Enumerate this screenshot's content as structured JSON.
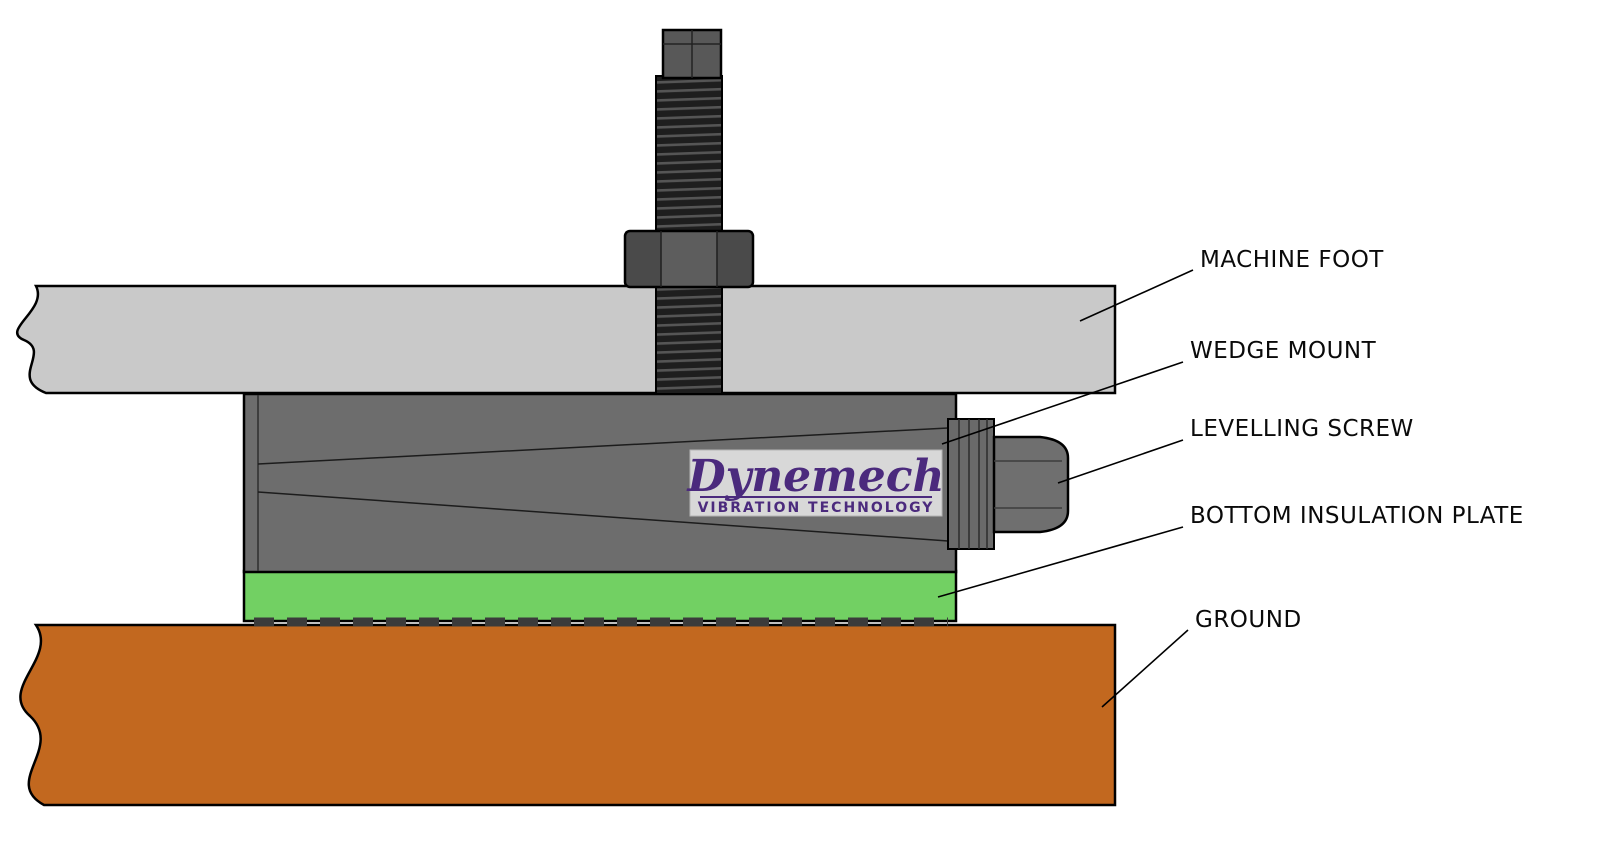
{
  "diagram": {
    "labels": {
      "machine_foot": "MACHINE FOOT",
      "wedge_mount": "WEDGE MOUNT",
      "levelling_screw": "LEVELLING SCREW",
      "bottom_insulation_plate": "BOTTOM INSULATION PLATE",
      "ground": "GROUND"
    },
    "logo": {
      "name": "Dynemech",
      "tagline": "VIBRATION TECHNOLOGY"
    },
    "colors": {
      "machine_foot": "#c9c9c9",
      "wedge_mount": "#6d6d6d",
      "insulation_plate": "#72d063",
      "ground": "#c2681f",
      "logo_purple": "#4b2a7d",
      "thread_dark": "#1e1e1e",
      "metal_gray": "#6f6f6f",
      "outline": "#000000"
    }
  }
}
